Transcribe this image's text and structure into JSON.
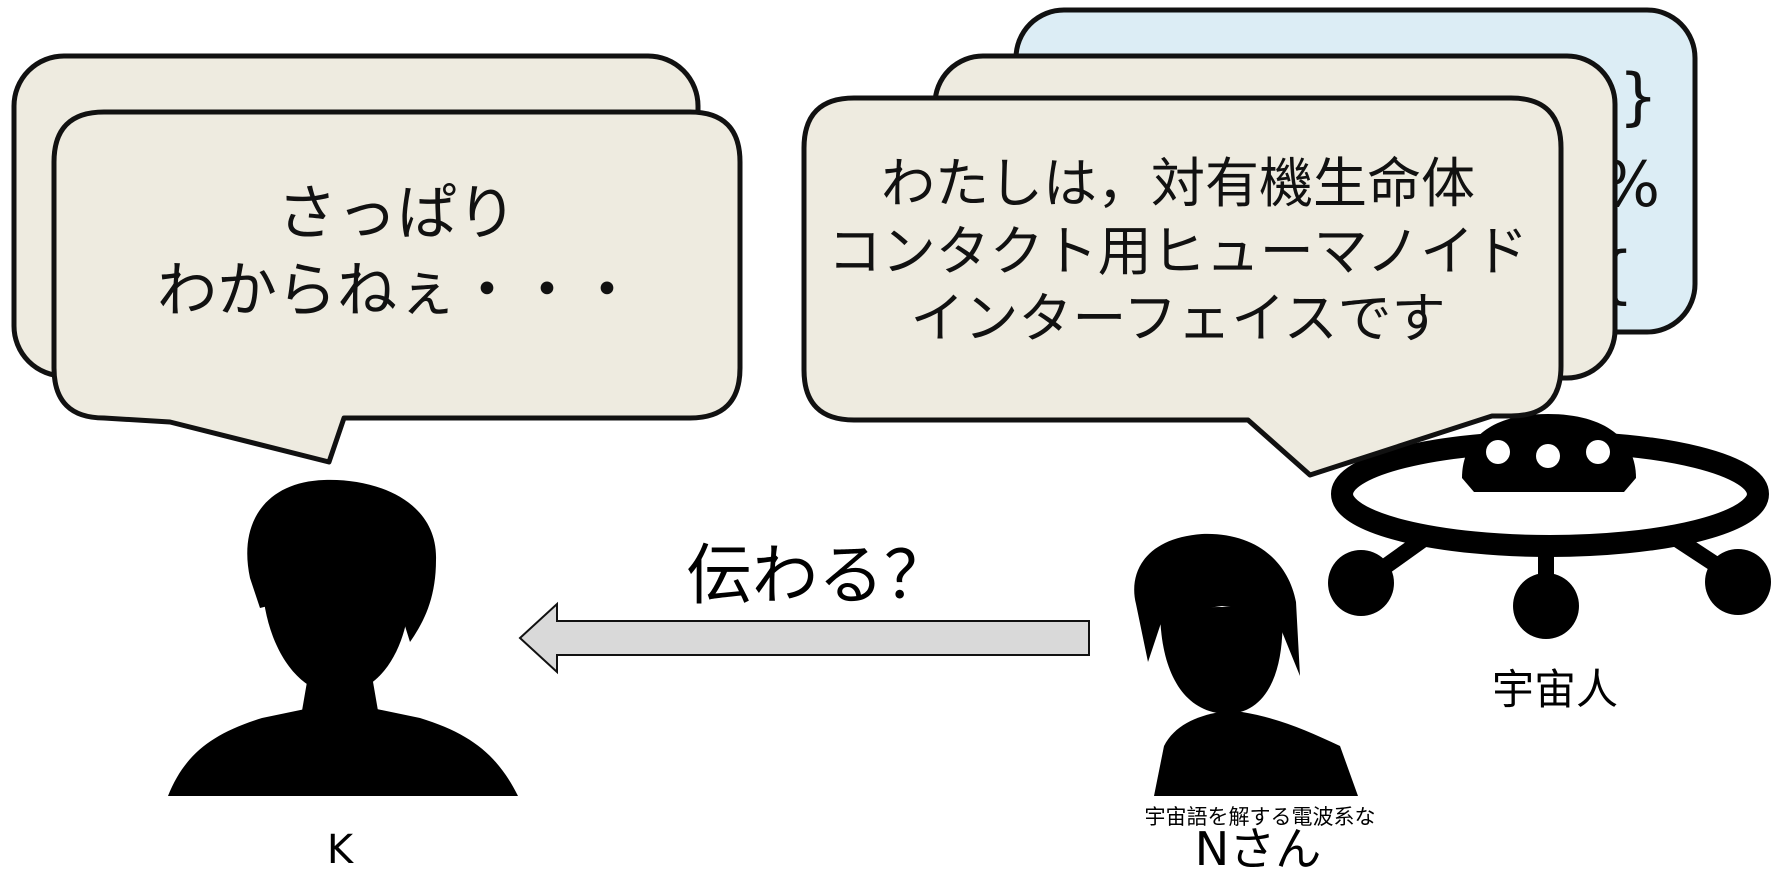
{
  "k_bubble": {
    "lines": [
      "さっぱり",
      "わからねぇ・・・"
    ]
  },
  "n_bubble": {
    "lines": [
      "わたしは，対有機生命体",
      "コンタクト用ヒューマノイド",
      "インターフェイスです"
    ]
  },
  "alien_bubble": {
    "glyphs": [
      "}",
      "%",
      "{"
    ]
  },
  "arrow": {
    "label": "伝わる？"
  },
  "alien": {
    "label": "宇宙人"
  },
  "person_n": {
    "subtitle": "宇宙語を解する電波系な",
    "name": "Nさん"
  },
  "person_k": {
    "name": "K"
  },
  "colors": {
    "bubble_fill": "#eeebe0",
    "alien_bubble_fill": "#dcedf5",
    "outline": "#111111",
    "arrow_fill": "#d9d9d9",
    "silhouette": "#000000",
    "alien_fill": "#000000"
  }
}
